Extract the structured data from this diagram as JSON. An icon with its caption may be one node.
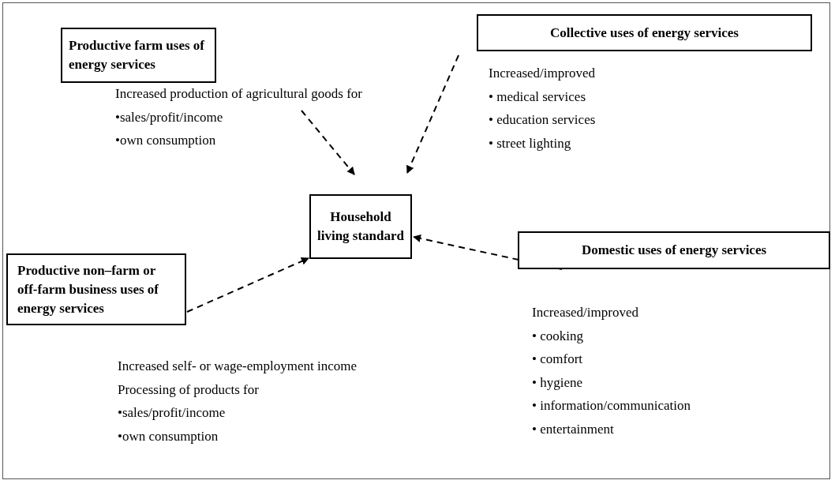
{
  "diagram": {
    "nodes": [
      {
        "text": [
          "Productive farm uses  of energy services"
        ],
        "beside": [
          "Increased production of agricultural goods for",
          "•sales/profit/income",
          "•own consumption"
        ]
      },
      {
        "text": [
          "Collective uses of energy services"
        ],
        "beside": [
          "Increased/improved",
          "• medical services",
          "• education services",
          "• street lighting"
        ]
      },
      {
        "text": [
          "Household living standard"
        ]
      },
      {
        "text": [
          "Domestic uses of energy services"
        ],
        "beside": [
          "Increased/improved",
          "• cooking",
          "• comfort",
          "• hygiene",
          "• information/communication",
          "• entertainment"
        ]
      },
      {
        "text": [
          "Productive non–farm or off-farm business uses of energy services"
        ],
        "beside": [
          "Increased self- or wage-employment income",
          "Processing of products for",
          "•sales/profit/income",
          "•own consumption"
        ]
      }
    ],
    "edges": [
      {
        "from": 0,
        "to": 2,
        "arrow": "to",
        "style": "dashed"
      },
      {
        "from": 1,
        "to": 2,
        "arrow": "to",
        "style": "dashed"
      },
      {
        "from": 3,
        "to": 2,
        "arrow": "to",
        "style": "dashed"
      },
      {
        "from": 4,
        "to": 2,
        "arrow": "to",
        "style": "dashed"
      }
    ]
  }
}
